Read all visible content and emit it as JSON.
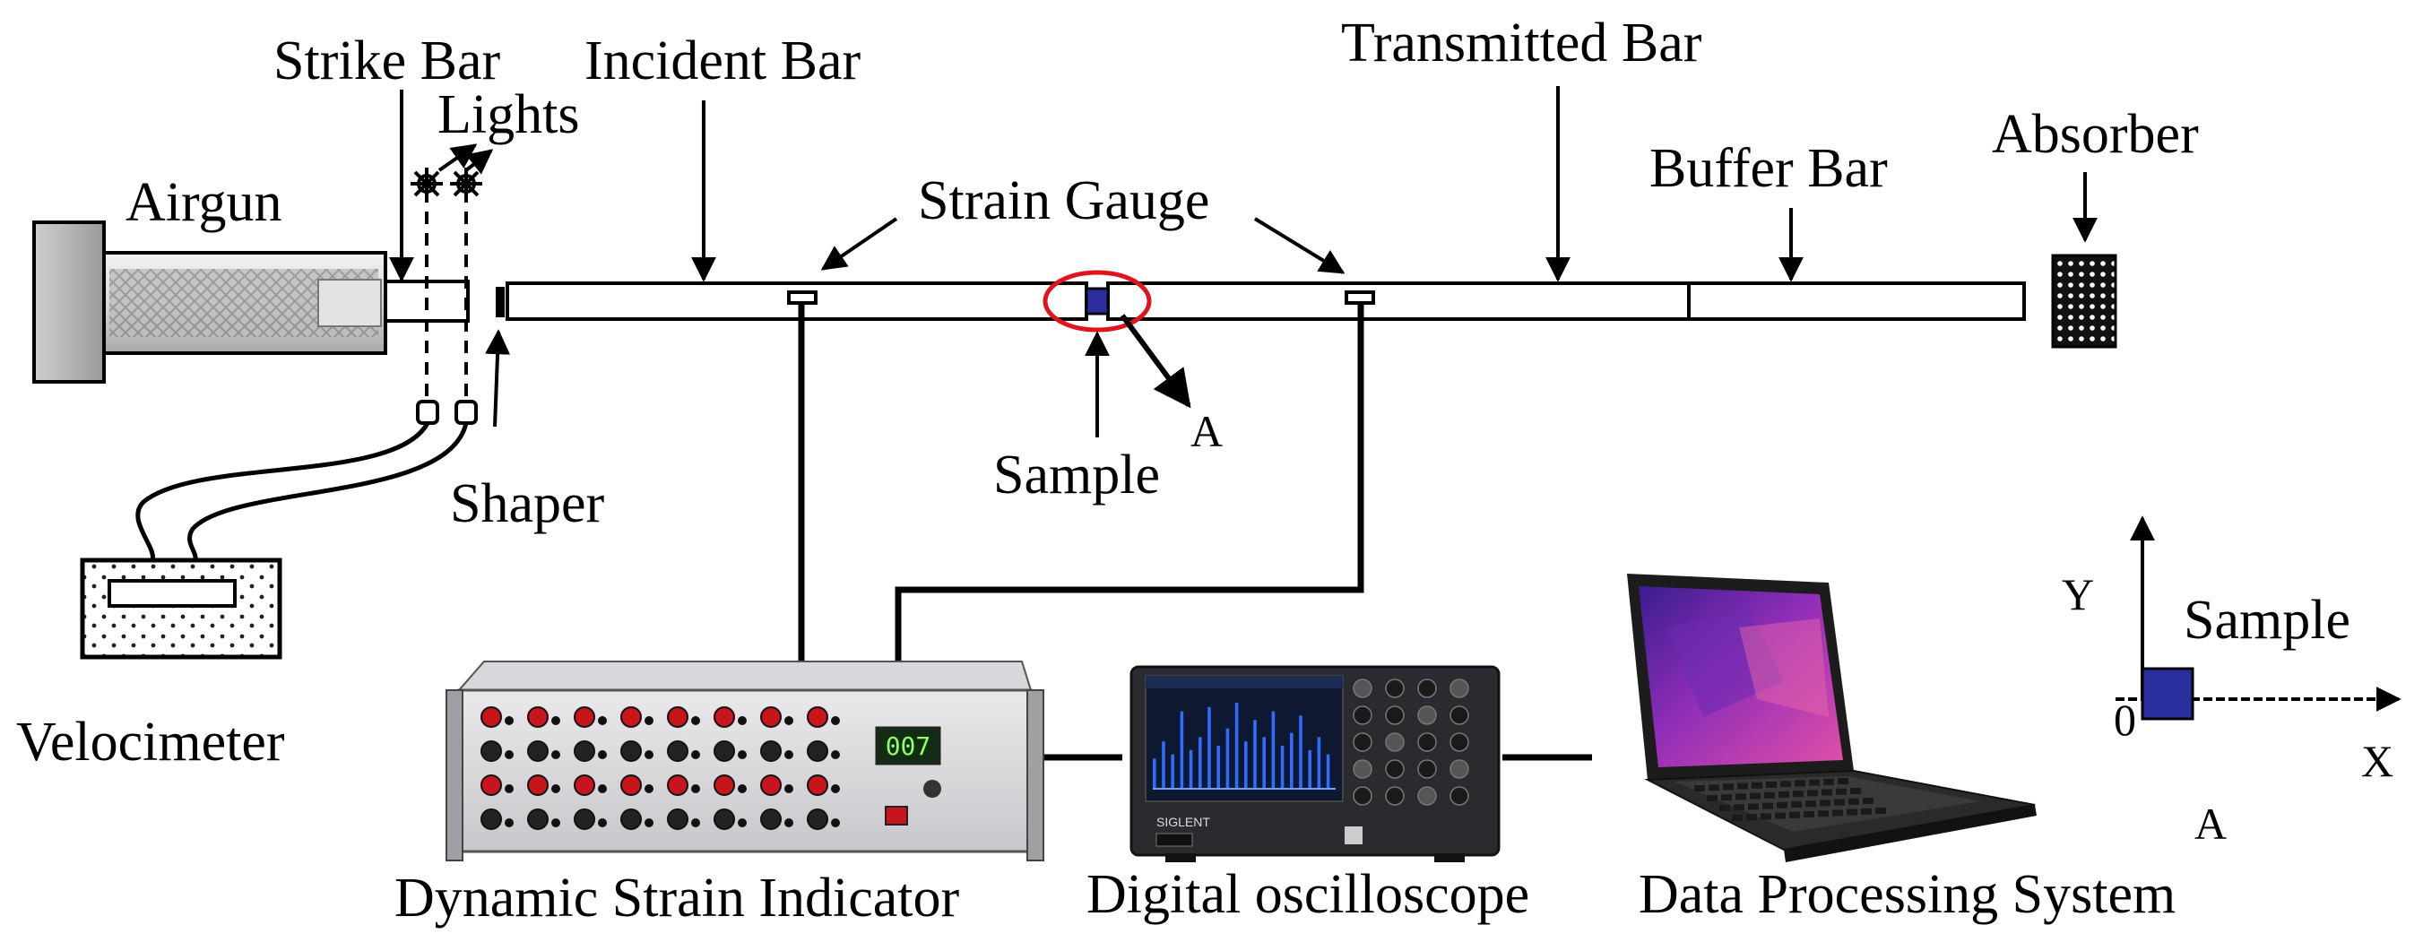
{
  "labels": {
    "strike_bar": "Strike Bar",
    "incident_bar": "Incident Bar",
    "transmitted_bar": "Transmitted Bar",
    "lights": "Lights",
    "airgun": "Airgun",
    "strain_gauge": "Strain Gauge",
    "buffer_bar": "Buffer Bar",
    "absorber": "Absorber",
    "shaper": "Shaper",
    "sample": "Sample",
    "detail_marker": "A",
    "velocimeter": "Velocimeter",
    "dynamic_strain_indicator": "Dynamic Strain Indicator",
    "digital_oscilloscope": "Digital oscilloscope",
    "data_processing_system": "Data Processing System"
  },
  "inset": {
    "y_axis": "Y",
    "x_axis": "X",
    "origin": "0",
    "sample": "Sample",
    "caption": "A"
  },
  "devices": {
    "strain_display": "007",
    "oscilloscope_brand": "SIGLENT"
  },
  "colors": {
    "sample_fill": "#2b2f9e",
    "highlight_ring": "#e0141c",
    "screen_bg": "#0e1830",
    "wave_color": "#2f6cff",
    "knob_red": "#c8141c"
  },
  "spectrum": [
    0.35,
    0.55,
    0.4,
    0.9,
    0.45,
    0.6,
    0.95,
    0.5,
    0.7,
    1.0,
    0.55,
    0.8,
    0.6,
    0.9,
    0.5,
    0.65,
    0.85,
    0.45,
    0.6,
    0.4
  ]
}
